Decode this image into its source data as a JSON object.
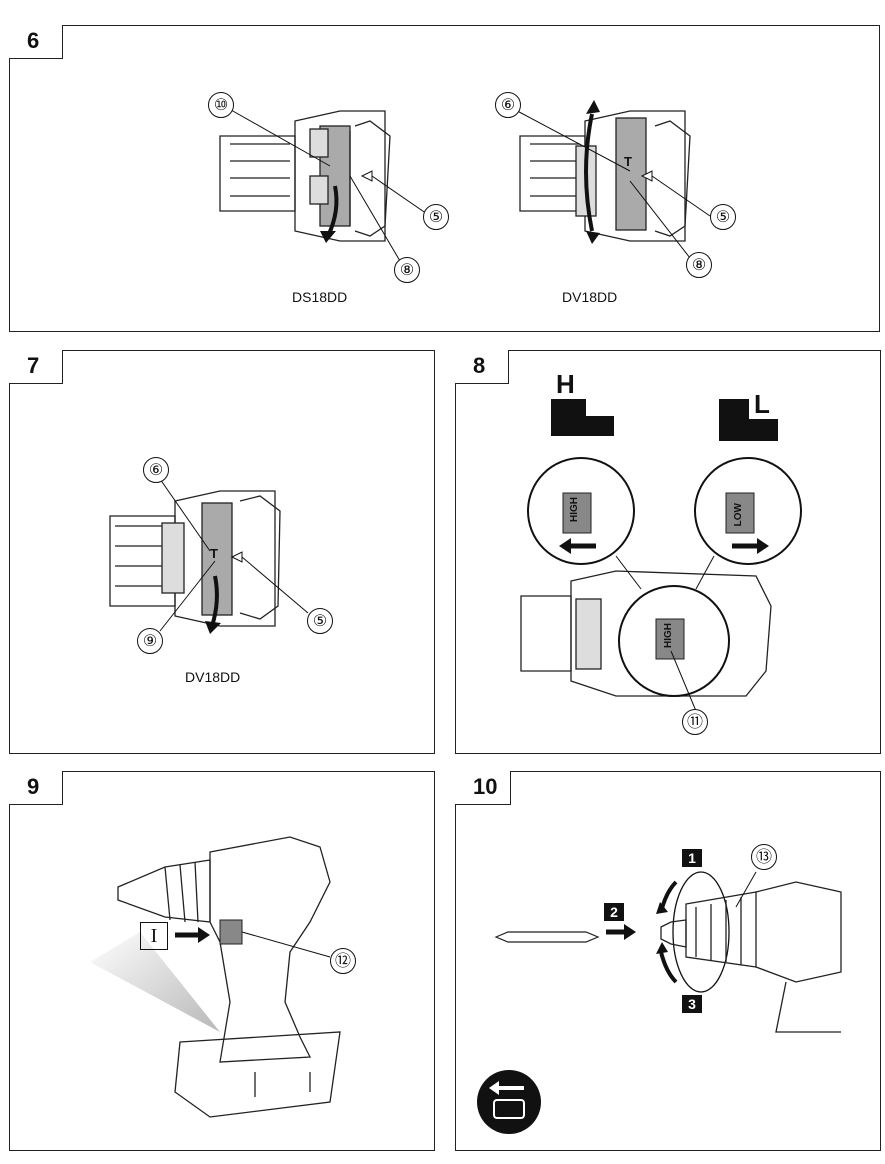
{
  "panels": {
    "p6": {
      "number": "6",
      "caption_left": "DS18DD",
      "caption_right": "DV18DD",
      "callouts_left": [
        "⑩",
        "⑤",
        "⑧"
      ],
      "callouts_right": [
        "⑥",
        "⑤",
        "⑧"
      ]
    },
    "p7": {
      "number": "7",
      "caption": "DV18DD",
      "callouts": [
        "⑥",
        "⑤",
        "⑨"
      ]
    },
    "p8": {
      "number": "8",
      "label_high": "H",
      "label_low": "L",
      "switch_high": "HIGH",
      "switch_low": "LOW",
      "callout": "⑪"
    },
    "p9": {
      "number": "9",
      "trigger_symbol": "I",
      "callout": "⑫"
    },
    "p10": {
      "number": "10",
      "step1": "1",
      "step2": "2",
      "step3": "3",
      "callout": "⑬"
    }
  },
  "icons": [
    "drill-diagram-icon",
    "arrow-icon",
    "bit-icon",
    "case-return-icon"
  ]
}
